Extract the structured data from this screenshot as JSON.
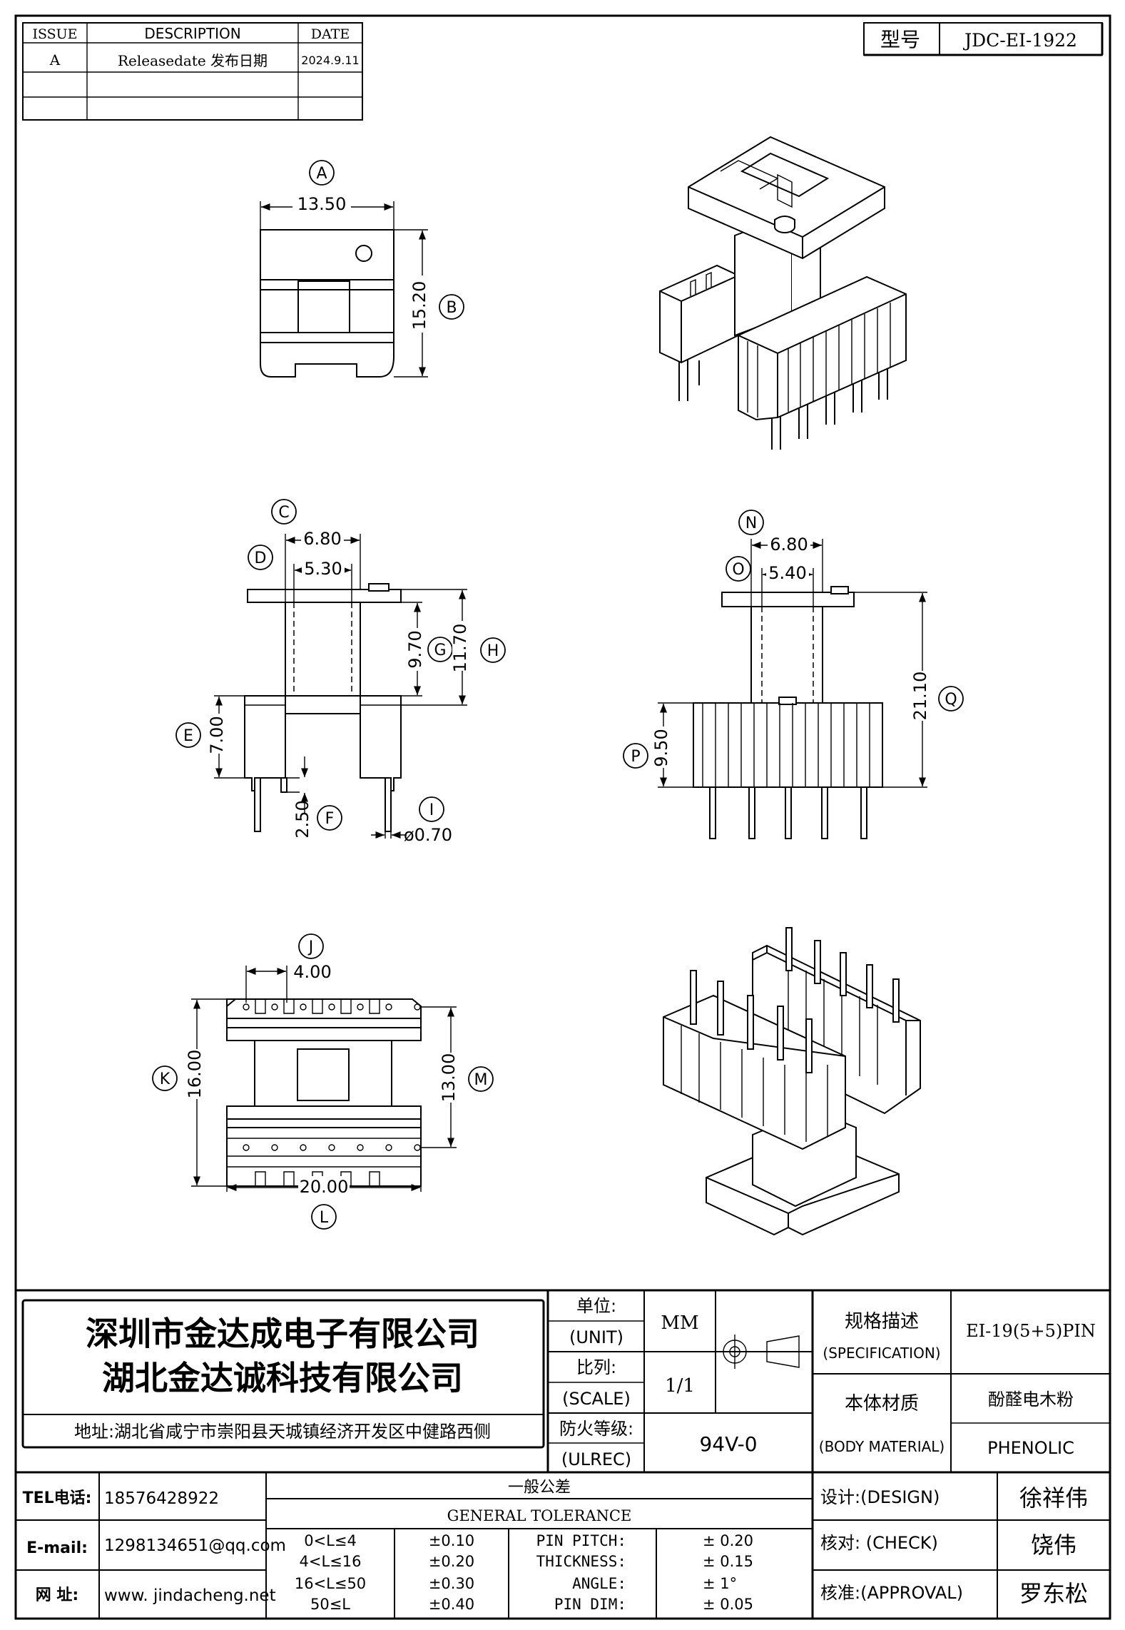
{
  "revision_table": {
    "headers": [
      "ISSUE",
      "DESCRIPTION",
      "DATE"
    ],
    "rows": [
      [
        "A",
        "Releasedate 发布日期",
        "2024.9.11"
      ],
      [
        "",
        "",
        ""
      ],
      [
        "",
        "",
        ""
      ]
    ]
  },
  "model": {
    "label": "型号",
    "value": "JDC-EI-1922"
  },
  "views": {
    "top": {
      "A": "13.50",
      "B": "15.20"
    },
    "front": {
      "C": "6.80",
      "D": "5.30",
      "G": "9.70",
      "H": "11.70",
      "E": "7.00",
      "F": "2.50",
      "I": "ø0.70"
    },
    "side": {
      "N": "6.80",
      "O": "5.40",
      "Q": "21.10",
      "P": "9.50"
    },
    "bottom": {
      "J": "4.00",
      "K": "16.00",
      "M": "13.00",
      "L": "20.00"
    }
  },
  "title_block": {
    "company_1": "深圳市金达成电子有限公司",
    "company_2": "湖北金达诚科技有限公司",
    "address": "地址:湖北省咸宁市崇阳县天城镇经济开发区中健路西侧",
    "unit_label": "单位:",
    "unit_label_en": "(UNIT)",
    "unit_value": "MM",
    "scale_label": "比列:",
    "scale_label_en": "(SCALE)",
    "scale_value": "1/1",
    "flame_label": "防火等级:",
    "flame_label_en": "(ULREC)",
    "flame_value": "94V-0",
    "spec_label": "规格描述",
    "spec_label_en": "(SPECIFICATION)",
    "spec_value": "EI-19(5+5)PIN",
    "material_label": "本体材质",
    "material_label_en": "(BODY MATERIAL)",
    "material_value_cn": "酚醛电木粉",
    "material_value_en": "PHENOLIC",
    "tel_label": "TEL电话:",
    "tel_value": "18576428922",
    "email_label": "E-mail:",
    "email_value": "1298134651@qq.com",
    "web_label": "网 址:",
    "web_value": "www. jindacheng.net",
    "tolerance_title_cn": "一般公差",
    "tolerance_title_en": "GENERAL TOLERANCE",
    "tolerance_rows": [
      {
        "range": "0<L≤4",
        "tol": "±0.10",
        "item": "PIN PITCH:",
        "val": "±  0.20"
      },
      {
        "range": "4<L≤16",
        "tol": "±0.20",
        "item": "THICKNESS:",
        "val": "±  0.15"
      },
      {
        "range": "16<L≤50",
        "tol": "±0.30",
        "item": "ANGLE:",
        "val": "±  1°"
      },
      {
        "range": "50≤L",
        "tol": "±0.40",
        "item": "PIN DIM:",
        "val": "±  0.05"
      }
    ],
    "design_label": "设计:(DESIGN)",
    "design_value": "徐祥伟",
    "check_label": "核对: (CHECK)",
    "check_value": "饶伟",
    "approval_label": "核准:(APPROVAL)",
    "approval_value": "罗东松"
  }
}
